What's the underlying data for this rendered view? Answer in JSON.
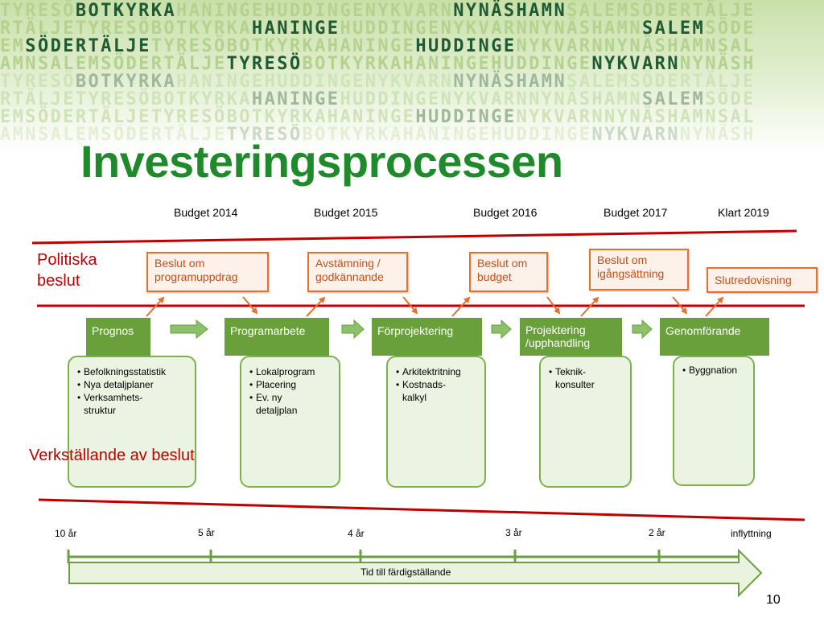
{
  "header_rows": [
    [
      {
        "t": "TYRESÖ",
        "hl": false
      },
      {
        "t": "BOTKYRKA",
        "hl": true
      },
      {
        "t": "HANINGE",
        "hl": false
      },
      {
        "t": "HUDDINGE",
        "hl": false
      },
      {
        "t": "NYKVARN",
        "hl": false
      },
      {
        "t": "NYNÄSHAMN",
        "hl": true
      },
      {
        "t": "SALEM",
        "hl": false
      },
      {
        "t": "SÖDERTÄLJE",
        "hl": false
      }
    ],
    [
      {
        "t": "RTÄLJE",
        "hl": false
      },
      {
        "t": "TYRESÖ",
        "hl": false
      },
      {
        "t": "BOTKYRKA",
        "hl": false
      },
      {
        "t": "HANINGE",
        "hl": true
      },
      {
        "t": "HUDDINGE",
        "hl": false
      },
      {
        "t": "NYKVARN",
        "hl": false
      },
      {
        "t": "NYNÄSHAMN",
        "hl": false
      },
      {
        "t": "SALEM",
        "hl": true
      },
      {
        "t": "SÖDE",
        "hl": false
      }
    ],
    [
      {
        "t": "EM",
        "hl": false
      },
      {
        "t": "SÖDERTÄLJE",
        "hl": true
      },
      {
        "t": "TYRESÖ",
        "hl": false
      },
      {
        "t": "BOTKYRKA",
        "hl": false
      },
      {
        "t": "HANINGE",
        "hl": false
      },
      {
        "t": "HUDDINGE",
        "hl": true
      },
      {
        "t": "NYKVARN",
        "hl": false
      },
      {
        "t": "NYNÄSHAMN",
        "hl": false
      },
      {
        "t": "SAL",
        "hl": false
      }
    ],
    [
      {
        "t": "AMN",
        "hl": false
      },
      {
        "t": "SALEM",
        "hl": false
      },
      {
        "t": "SÖDERTÄLJE",
        "hl": false
      },
      {
        "t": "TYRESÖ",
        "hl": true
      },
      {
        "t": "BOTKYRKA",
        "hl": false
      },
      {
        "t": "HANINGE",
        "hl": false
      },
      {
        "t": "HUDDINGE",
        "hl": false
      },
      {
        "t": "NYKVARN",
        "hl": true
      },
      {
        "t": "NYNÄSH",
        "hl": false
      }
    ],
    [
      {
        "t": "TYRESÖ",
        "hl": false
      },
      {
        "t": "BOTKYRKA",
        "hl": true
      },
      {
        "t": "HANINGE",
        "hl": false
      },
      {
        "t": "HUDDINGE",
        "hl": false
      },
      {
        "t": "NYKVARN",
        "hl": false
      },
      {
        "t": "NYNÄSHAMN",
        "hl": true
      },
      {
        "t": "SALEM",
        "hl": false
      },
      {
        "t": "SÖDERTÄLJE",
        "hl": false
      }
    ],
    [
      {
        "t": "RTÄLJE",
        "hl": false
      },
      {
        "t": "TYRESÖ",
        "hl": false
      },
      {
        "t": "BOTKYRKA",
        "hl": false
      },
      {
        "t": "HANINGE",
        "hl": true
      },
      {
        "t": "HUDDINGE",
        "hl": false
      },
      {
        "t": "NYKVARN",
        "hl": false
      },
      {
        "t": "NYNÄSHAMN",
        "hl": false
      },
      {
        "t": "SALEM",
        "hl": true
      },
      {
        "t": "SÖDE",
        "hl": false
      }
    ],
    [
      {
        "t": "EM",
        "hl": false
      },
      {
        "t": "SÖDERTÄLJE",
        "hl": false
      },
      {
        "t": "TYRESÖ",
        "hl": false
      },
      {
        "t": "BOTKYRKA",
        "hl": false
      },
      {
        "t": "HANINGE",
        "hl": false
      },
      {
        "t": "HUDDINGE",
        "hl": true
      },
      {
        "t": "NYKVARN",
        "hl": false
      },
      {
        "t": "NYNÄSHAMN",
        "hl": false
      },
      {
        "t": "SAL",
        "hl": false
      }
    ],
    [
      {
        "t": "AMN",
        "hl": false
      },
      {
        "t": "SALEM",
        "hl": false
      },
      {
        "t": "SÖDERTÄLJE",
        "hl": false
      },
      {
        "t": "TYRESÖ",
        "hl": true
      },
      {
        "t": "BOTKYRKA",
        "hl": false
      },
      {
        "t": "HANINGE",
        "hl": false
      },
      {
        "t": "HUDDINGE",
        "hl": false
      },
      {
        "t": "NYKVARN",
        "hl": true
      },
      {
        "t": "NYNÄSH",
        "hl": false
      }
    ]
  ],
  "title": "Investeringsprocessen",
  "budgets": [
    "Budget 2014",
    "Budget 2015",
    "Budget 2016",
    "Budget 2017",
    "Klart 2019"
  ],
  "politiska": {
    "line1": "Politiska",
    "line2": "beslut"
  },
  "verkstallande": "Verkställande av beslut",
  "decisions": [
    {
      "line1": "Beslut om",
      "line2": "programuppdrag"
    },
    {
      "line1": "Avstämning /",
      "line2": "godkännande"
    },
    {
      "line1": "Beslut om",
      "line2": "budget"
    },
    {
      "line1": "Beslut om",
      "line2": "igångsättning"
    },
    {
      "line1": "Slutredovisning",
      "line2": ""
    }
  ],
  "phases": [
    {
      "name": "Prognos",
      "items": [
        "Befolkningsstatistik",
        "Nya detaljplaner",
        "Verksamhets-\nstruktur"
      ]
    },
    {
      "name": "Programarbete",
      "items": [
        "Lokalprogram",
        "Placering",
        "Ev. ny\ndetaljplan"
      ]
    },
    {
      "name": "Förprojektering",
      "items": [
        "Arkitektritning",
        "Kostnads-\nkalkyl"
      ]
    },
    {
      "name": "Projektering\n/upphandling",
      "items": [
        "Teknik-\nkonsulter"
      ]
    },
    {
      "name": "Genomförande",
      "items": [
        "Byggnation"
      ]
    }
  ],
  "timeline": {
    "marks": [
      "10 år",
      "5 år",
      "4 år",
      "3 år",
      "2 år",
      "inflyttning"
    ],
    "label": "Tid till färdigställande"
  },
  "page_number": "10",
  "colors": {
    "title_green": "#1e8a2a",
    "phase_green": "#6aa03c",
    "detail_border": "#7cb24a",
    "decision_orange": "#e8702a",
    "red": "#c00000"
  }
}
